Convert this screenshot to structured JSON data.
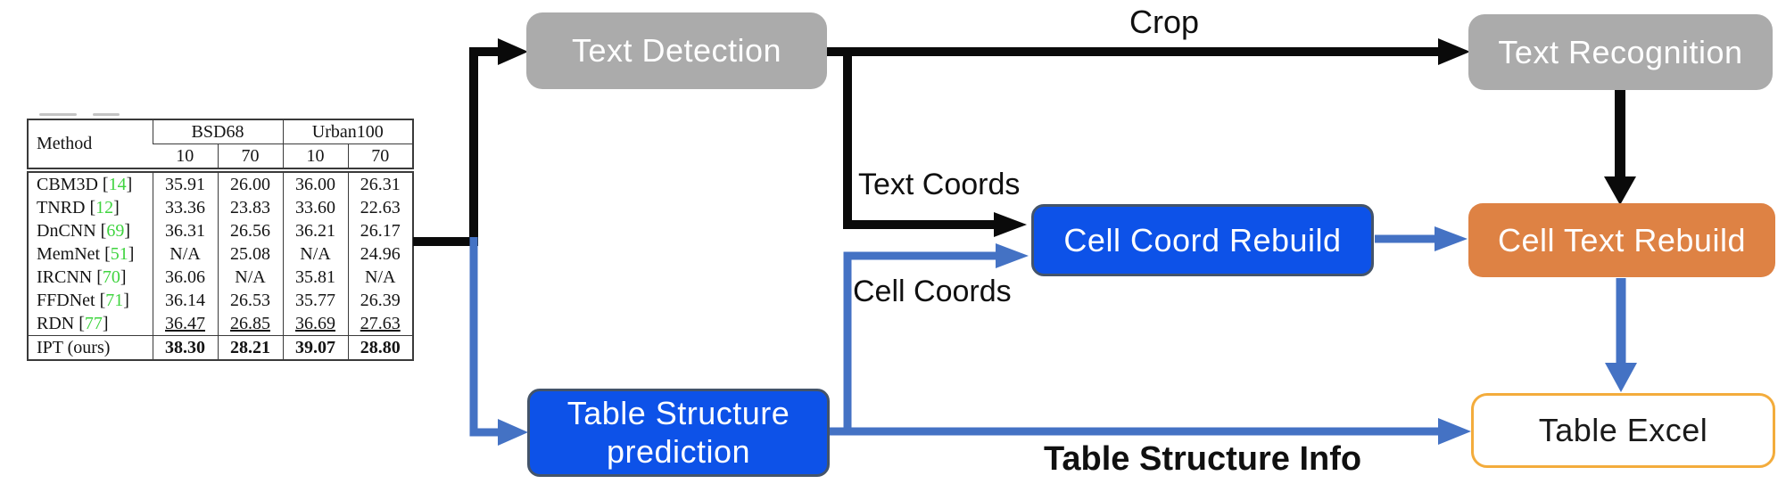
{
  "diagram": {
    "boxes": {
      "text_detection": {
        "label": "Text Detection"
      },
      "text_recognition": {
        "label": "Text Recognition"
      },
      "cell_coord_rebuild": {
        "label": "Cell Coord Rebuild"
      },
      "cell_text_rebuild": {
        "label": "Cell Text Rebuild"
      },
      "table_structure_prediction": {
        "label": "Table Structure prediction"
      },
      "table_excel": {
        "label": "Table Excel"
      }
    },
    "edge_labels": {
      "crop": "Crop",
      "text_coords": "Text Coords",
      "cell_coords": "Cell Coords",
      "table_structure_info": "Table Structure Info"
    },
    "colors": {
      "black_arrow": "#0a0a0a",
      "blue_arrow": "#4472c4",
      "gray_box": "#ababab",
      "blue_box": "#0d52e8",
      "blue_box_border": "#44546a",
      "orange_box": "#de8244",
      "excel_border": "#f3ac3c",
      "citation_green": "#3fd43f"
    }
  },
  "table": {
    "header": {
      "method": "Method",
      "groups": [
        {
          "label": "BSD68",
          "subs": [
            "10",
            "70"
          ]
        },
        {
          "label": "Urban100",
          "subs": [
            "10",
            "70"
          ]
        }
      ]
    },
    "rows": [
      {
        "method": "CBM3D",
        "ref": "14",
        "values": [
          "35.91",
          "26.00",
          "36.00",
          "26.31"
        ],
        "style": "normal"
      },
      {
        "method": "TNRD",
        "ref": "12",
        "values": [
          "33.36",
          "23.83",
          "33.60",
          "22.63"
        ],
        "style": "normal"
      },
      {
        "method": "DnCNN",
        "ref": "69",
        "values": [
          "36.31",
          "26.56",
          "36.21",
          "26.17"
        ],
        "style": "normal"
      },
      {
        "method": "MemNet",
        "ref": "51",
        "values": [
          "N/A",
          "25.08",
          "N/A",
          "24.96"
        ],
        "style": "normal"
      },
      {
        "method": "IRCNN",
        "ref": "70",
        "values": [
          "36.06",
          "N/A",
          "35.81",
          "N/A"
        ],
        "style": "normal"
      },
      {
        "method": "FFDNet",
        "ref": "71",
        "values": [
          "36.14",
          "26.53",
          "35.77",
          "26.39"
        ],
        "style": "normal"
      },
      {
        "method": "RDN",
        "ref": "77",
        "values": [
          "36.47",
          "26.85",
          "36.69",
          "27.63"
        ],
        "style": "underline"
      },
      {
        "method": "IPT (ours)",
        "ref": null,
        "values": [
          "38.30",
          "28.21",
          "39.07",
          "28.80"
        ],
        "style": "bold"
      }
    ]
  }
}
